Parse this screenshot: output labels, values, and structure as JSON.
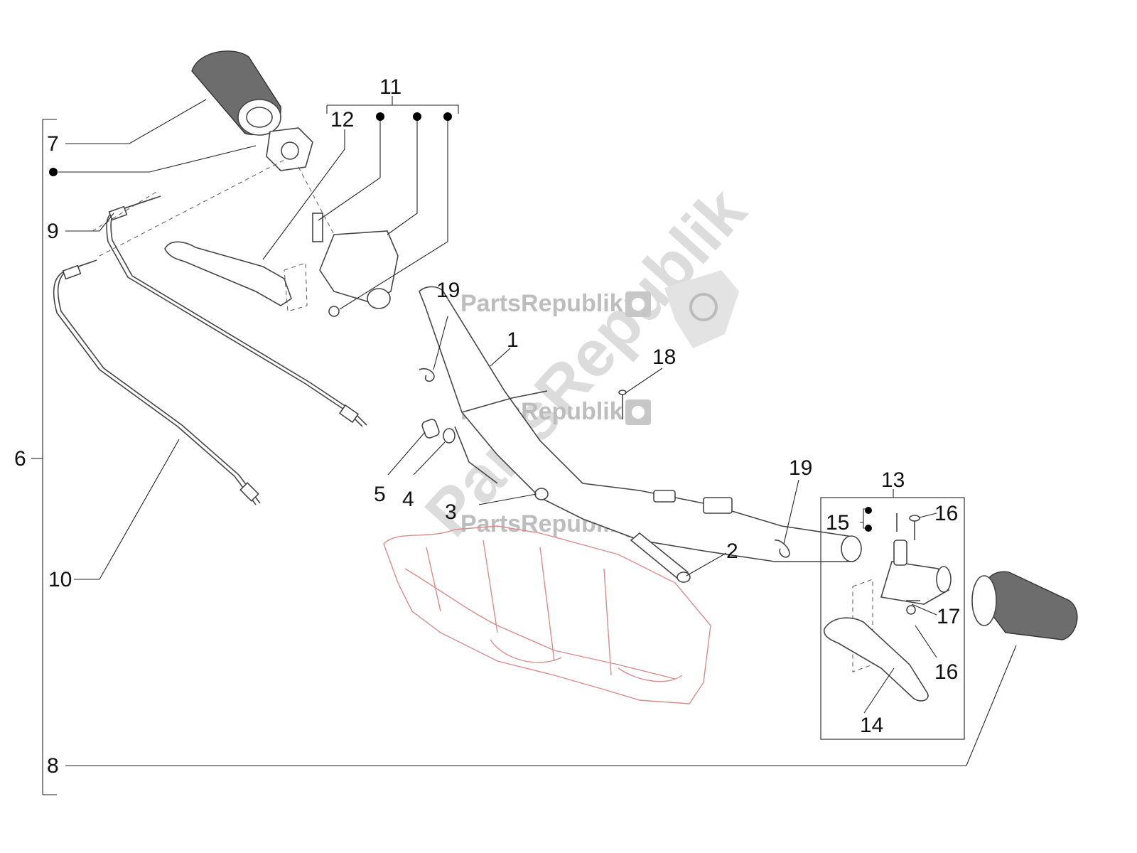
{
  "watermark": {
    "text": "PartsRepublik",
    "icon": "gear-icon"
  },
  "callouts": {
    "c1": "1",
    "c2": "2",
    "c3": "3",
    "c4": "4",
    "c5": "5",
    "c6": "6",
    "c7": "7",
    "c8": "8",
    "c9": "9",
    "c10": "10",
    "c11": "11",
    "c12": "12",
    "c13": "13",
    "c14": "14",
    "c15": "15",
    "c16a": "16",
    "c16b": "16",
    "c17": "17",
    "c18": "18",
    "c19a": "19",
    "c19b": "19"
  },
  "colors": {
    "watermark": "#bdbdbd",
    "floor_outline": "#d88c8c",
    "grip": "#6d6d6d"
  }
}
